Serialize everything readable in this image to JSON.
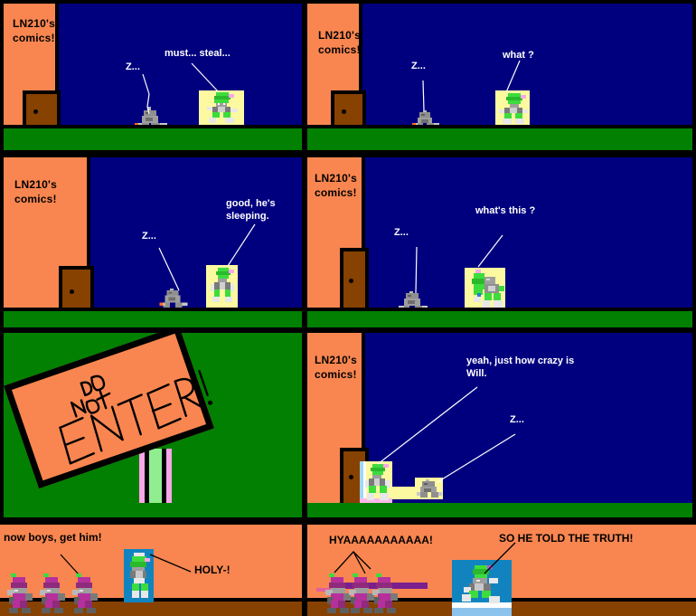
{
  "comic": {
    "title": "LN210's comics",
    "colors": {
      "wall_blue": "#00007f",
      "sign_orange": "#f98650",
      "ground_green": "#018001",
      "door_brown": "#874100",
      "panel_border": "#000000",
      "bubble_text_light": "#ffffff",
      "bubble_text_dark": "#000000",
      "frame_yellow": "#fdf9a0",
      "frame_blue": "#1184c0",
      "enemy_purple": "#b5309b",
      "hero_green": "#3ddc3d"
    },
    "panels": [
      {
        "id": "panel-1",
        "row": 1,
        "col": 1,
        "sign_text": "LN210's comics!",
        "bubbles": [
          {
            "name": "speech-sleep",
            "text": "Z..."
          },
          {
            "name": "speech-must-steal",
            "text": "must... steal..."
          }
        ]
      },
      {
        "id": "panel-2",
        "row": 1,
        "col": 2,
        "sign_text": "LN210's comics!",
        "bubbles": [
          {
            "name": "speech-sleep",
            "text": "Z..."
          },
          {
            "name": "speech-what",
            "text": "what ?"
          }
        ]
      },
      {
        "id": "panel-3",
        "row": 2,
        "col": 1,
        "sign_text": "LN210's comics!",
        "bubbles": [
          {
            "name": "speech-sleep",
            "text": "Z..."
          },
          {
            "name": "speech-good-hes-sleeping",
            "text": "good, he's\nsleeping."
          }
        ]
      },
      {
        "id": "panel-4",
        "row": 2,
        "col": 2,
        "sign_text": "LN210's comics!",
        "bubbles": [
          {
            "name": "speech-sleep",
            "text": "Z..."
          },
          {
            "name": "speech-whats-this",
            "text": "what's this ?"
          }
        ]
      },
      {
        "id": "panel-5",
        "row": 3,
        "col": 1,
        "sign_lines": [
          "DO",
          "NOt",
          "ENTER!"
        ],
        "bubbles": []
      },
      {
        "id": "panel-6",
        "row": 3,
        "col": 2,
        "sign_text": "LN210's comics!",
        "bubbles": [
          {
            "name": "speech-how-crazy",
            "text": "yeah, just how crazy is\nWill."
          },
          {
            "name": "speech-sleep",
            "text": "Z..."
          }
        ]
      },
      {
        "id": "panel-7",
        "row": 4,
        "col": 1,
        "bubbles": [
          {
            "name": "speech-get-him",
            "text": "now boys, get him!"
          },
          {
            "name": "speech-holy",
            "text": "HOLY-!"
          }
        ]
      },
      {
        "id": "panel-8",
        "row": 4,
        "col": 2,
        "bubbles": [
          {
            "name": "speech-hyaa",
            "text": "HYAAAAAAAAAAA!"
          },
          {
            "name": "caption-truth",
            "text": "SO HE TOLD THE TRUTH!"
          }
        ]
      }
    ]
  }
}
